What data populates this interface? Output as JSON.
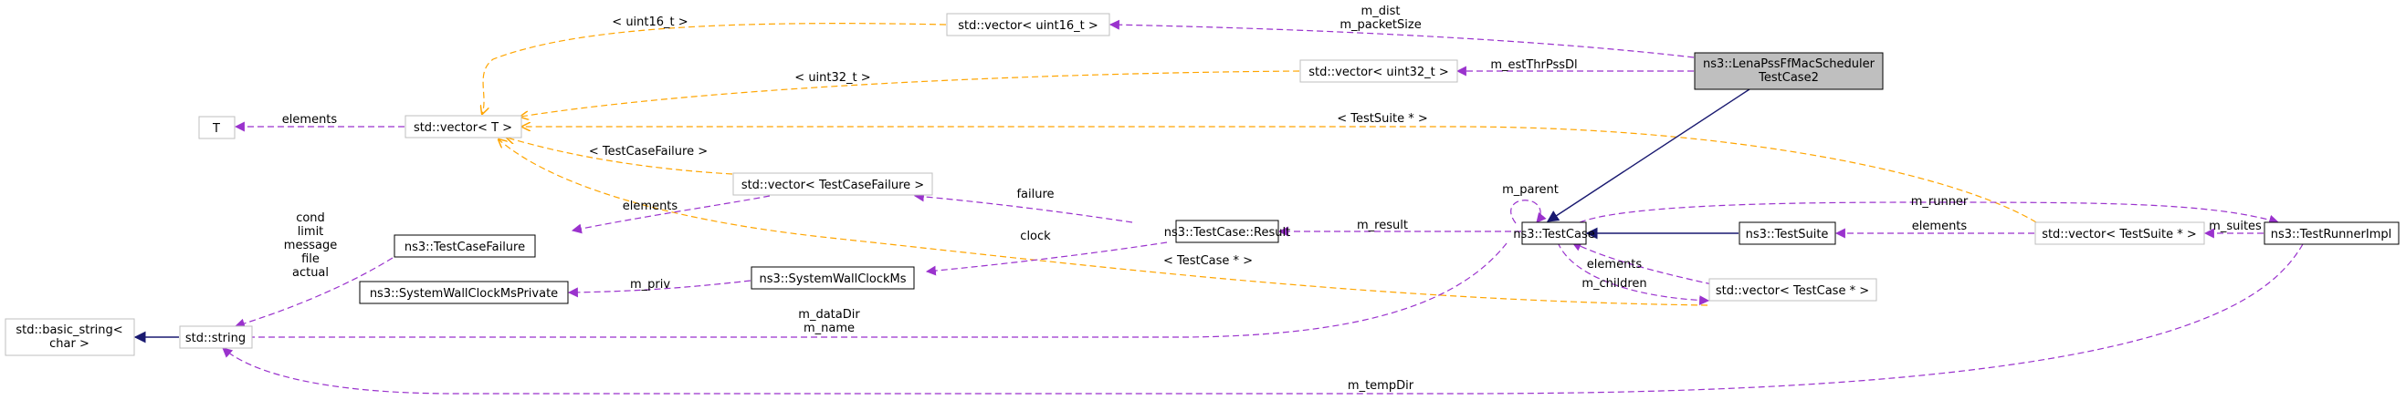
{
  "colors": {
    "template_edge": "#ffa500",
    "usage_edge": "#9a32cd",
    "inheritance_edge": "#191970",
    "highlight_fill": "#bfbfbf",
    "template_node_border": "#bfbfbf",
    "class_node_border": "#000000"
  },
  "nodes": {
    "lena": [
      "ns3::LenaPssFfMacScheduler",
      "TestCase2"
    ],
    "vec_uint16": "std::vector< uint16_t >",
    "vec_uint32": "std::vector< uint32_t >",
    "t": "T",
    "std_vector_t": "std::vector< T >",
    "vec_testcasefailure": "std::vector< TestCaseFailure >",
    "testcasefailure": "ns3::TestCaseFailure",
    "result": "ns3::TestCase::Result",
    "systemwallclockms": "ns3::SystemWallClockMs",
    "systemwallclockmsprivate": "ns3::SystemWallClockMsPrivate",
    "basic_string": [
      "std::basic_string<",
      "char >"
    ],
    "std_string": "std::string",
    "testcase": "ns3::TestCase",
    "testsuite": "ns3::TestSuite",
    "vec_testsuite": "std::vector< TestSuite * >",
    "testrunnerimpl": "ns3::TestRunnerImpl",
    "vec_testcase": "std::vector< TestCase * >"
  },
  "edge_labels": {
    "uint16": "< uint16_t >",
    "m_dist": "m_dist",
    "m_packetsize": "m_packetSize",
    "uint32": "< uint32_t >",
    "m_estthrpssdl": "m_estThrPssDl",
    "elements_t": "elements",
    "testsuite_ptr": "< TestSuite * >",
    "testcasefailure_tpl": "< TestCaseFailure >",
    "elements_failure": "elements",
    "failure": "failure",
    "cond": "cond",
    "limit": "limit",
    "message": "message",
    "file": "file",
    "actual": "actual",
    "clock": "clock",
    "testcase_ptr": "< TestCase * >",
    "m_result": "m_result",
    "m_priv": "m_priv",
    "m_parent": "m_parent",
    "m_runner": "m_runner",
    "elements_suite": "elements",
    "m_suites": "m_suites",
    "elements_case": "elements",
    "m_children": "m_children",
    "m_datadir": "m_dataDir",
    "m_name": "m_name",
    "m_tempdir": "m_tempDir"
  }
}
